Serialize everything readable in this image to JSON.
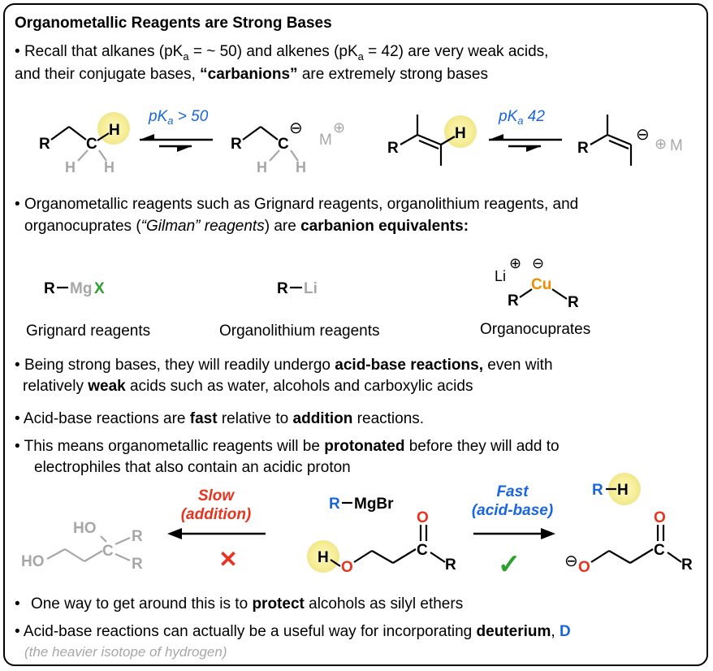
{
  "title": "Organometallic Reagents are Strong Bases",
  "bullet": "•",
  "p1": {
    "a": "Recall that alkanes (pK",
    "a_sub": "a",
    "b": " = ~ 50)  and alkenes (pK",
    "b_sub": "a",
    "c": " = 42) are very weak acids,",
    "line2a": "and their conjugate bases, ",
    "line2b": "“carbanions”",
    "line2c": " are extremely strong bases"
  },
  "scheme1": {
    "atom_R": "R",
    "atom_C": "C",
    "atom_H": "H",
    "charge_minus": "⊖",
    "charge_plus": "⊕",
    "metal": "M",
    "pka_left_pre": "pK",
    "pka_left_sub": "a",
    "pka_left_post": " > 50",
    "pka_right_pre": "pK",
    "pka_right_sub": "a",
    "pka_right_post": " 42"
  },
  "p2": {
    "line1": "Organometallic reagents such as Grignard reagents, organolithium reagents, and",
    "line2a": "organocuprates (",
    "line2b": "“Gilman” reagents",
    "line2c": ")  are ",
    "line2d": "carbanion equivalents:"
  },
  "reagents": {
    "grignard_R": "R",
    "grignard_Mg": "Mg",
    "grignard_X": "X",
    "grignard_label": "Grignard reagents",
    "lithium_R": "R",
    "lithium_Li": "Li",
    "lithium_label": "Organolithium reagents",
    "cuprate_Li": "Li",
    "cuprate_Cu": "Cu",
    "cuprate_R": "R",
    "cuprate_label": "Organocuprates"
  },
  "p3": {
    "line1a": "Being strong bases, they will readily undergo ",
    "line1b": "acid-base reactions,",
    "line1c": " even with",
    "line2a": "relatively ",
    "line2b": "weak",
    "line2c": " acids such as water, alcohols and carboxylic acids"
  },
  "p4": {
    "a": "Acid-base reactions are ",
    "b": "fast",
    "c": " relative to ",
    "d": "addition",
    "e": " reactions."
  },
  "p5": {
    "line1a": "This means organometallic reagents will be ",
    "line1b": "protonated",
    "line1c": " before they will add to",
    "line2": "electrophiles that also contain an acidic proton"
  },
  "scheme2": {
    "slow_1": "Slow",
    "slow_2": "(addition)",
    "fast_1": "Fast",
    "fast_2": "(acid-base)",
    "cross": "✕",
    "check": "✓",
    "reagent_R": "R",
    "reagent_MgBr": "MgBr",
    "atom_H": "H",
    "atom_O": "O",
    "atom_C": "C",
    "atom_R": "R",
    "HO": "HO",
    "minus": "⊖"
  },
  "p6": {
    "a": "One way to get around this is to ",
    "b": "protect",
    "c": " alcohols as silyl ethers"
  },
  "p7": {
    "a": "Acid-base reactions can actually be a useful way for incorporating ",
    "b": "deuterium",
    "c": ", ",
    "d": "D",
    "note": "(the heavier isotope of hydrogen)"
  },
  "colors": {
    "blue": "#1a66e0",
    "red": "#e8331f",
    "green": "#2aa12a",
    "orange": "#f08c00",
    "gray": "#a7a7a7",
    "highlight": "#f5ee9c"
  }
}
